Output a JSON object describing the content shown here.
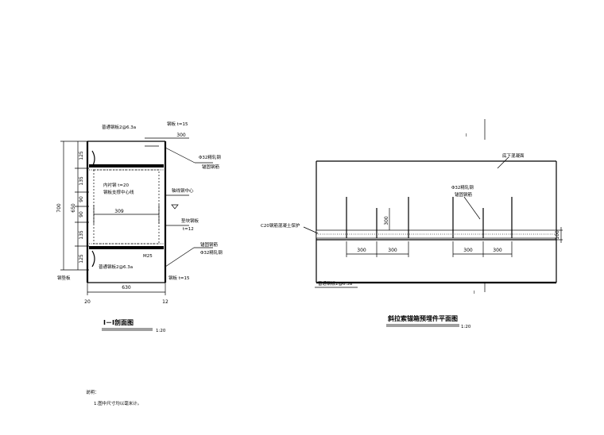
{
  "left_section": {
    "title": "Ⅰ－Ⅰ剖面图",
    "scale": "1:20",
    "labels": {
      "top_channel": "普通钢板2@6.3a",
      "top_plate": "钢板 t=15",
      "anchor_top": "Φ32精轧钢",
      "anchor_top_2": "锚固钢筋",
      "inner_plate": "内衬钢 t=20",
      "inner_note": "钢板支撑中心线",
      "centerline": "轴线钢中心",
      "side_plate": "垫块钢板",
      "side_plate_t": "t=12",
      "anchor_bottom": "锚固钢筋",
      "anchor_bottom_2": "Φ32精轧钢",
      "mortar": "M25",
      "bottom_channel": "普通钢板2@6.3a",
      "bottom_plate": "钢板 t=15",
      "corner_left": "钢垫板"
    },
    "dims": {
      "d300": "300",
      "d309": "309",
      "d630": "630",
      "d20": "20",
      "d12": "12",
      "d700": "700",
      "d650": "650",
      "v125a": "125",
      "v135a": "135",
      "v90a": "90",
      "v90b": "90",
      "v135b": "135",
      "v125b": "125"
    }
  },
  "right_section": {
    "title": "斜拉索锚箱预埋件平面图",
    "scale": "1:20",
    "labels": {
      "cut_top": "Ⅰ",
      "cut_bottom": "Ⅰ",
      "top_right": "底下混凝面",
      "anchor": "Φ32精轧钢",
      "anchor_2": "锚固钢筋",
      "concrete": "C20钢筋混凝土保护",
      "channel": "普通钢板2@6.3a"
    },
    "dims": {
      "h300": "300",
      "h100": "100",
      "s300a": "300",
      "s300b": "300",
      "s300c": "300",
      "s300d": "300"
    }
  },
  "notes": {
    "heading": "说明：",
    "item1": "1.图中尺寸均以毫米计。"
  }
}
